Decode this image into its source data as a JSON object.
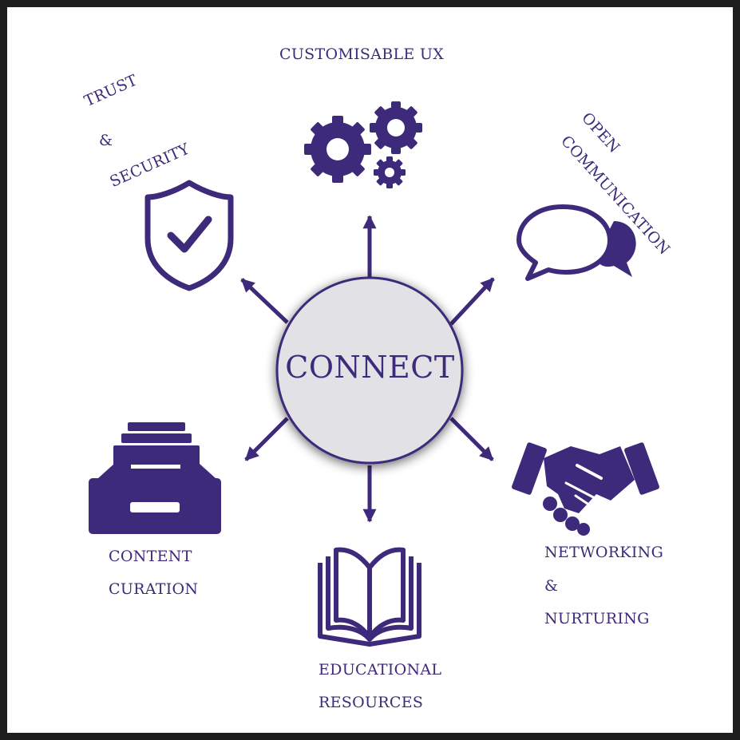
{
  "colors": {
    "primary": "#3d2a7a",
    "hub_fill": "#e2e2e6",
    "background": "#ffffff",
    "frame": "#1e1e1e"
  },
  "hub": {
    "label": "CONNECT"
  },
  "nodes": {
    "customisable_ux": {
      "label": "CUSTOMISABLE UX",
      "icon": "gears-icon"
    },
    "trust_security": {
      "line1": "TRUST",
      "line2": "&",
      "line3": "SECURITY",
      "icon": "shield-check-icon"
    },
    "open_communication": {
      "line1": "OPEN",
      "line2": "COMMUNICATION",
      "icon": "speech-bubbles-icon"
    },
    "content_curation": {
      "line1": "CONTENT",
      "line2": "CURATION",
      "icon": "file-drawer-icon"
    },
    "networking_nurturing": {
      "line1": "NETWORKING",
      "line2": "&",
      "line3": "NURTURING",
      "icon": "handshake-icon"
    },
    "educational_resources": {
      "line1": "EDUCATIONAL",
      "line2": "RESOURCES",
      "icon": "open-book-icon"
    }
  }
}
